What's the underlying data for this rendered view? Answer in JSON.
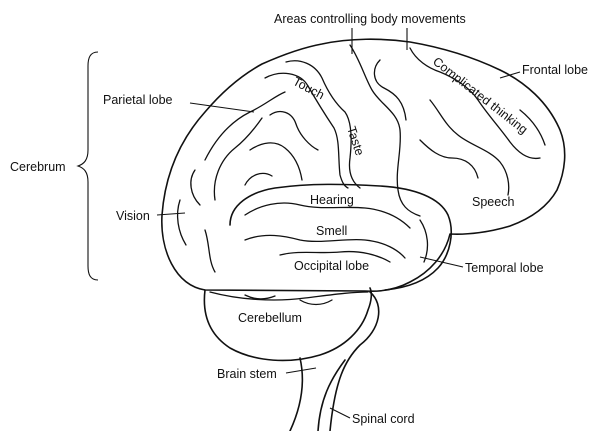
{
  "labels": {
    "areas_controlling_body_movements": "Areas controlling body movements",
    "frontal_lobe": "Frontal lobe",
    "parietal_lobe": "Parietal lobe",
    "touch": "Touch",
    "complicated_thinking": "Complicated thinking",
    "taste": "Taste",
    "cerebrum": "Cerebrum",
    "hearing": "Hearing",
    "speech": "Speech",
    "vision": "Vision",
    "smell": "Smell",
    "occipital_lobe": "Occipital lobe",
    "temporal_lobe": "Temporal lobe",
    "cerebellum": "Cerebellum",
    "brain_stem": "Brain stem",
    "spinal_cord": "Spinal cord"
  },
  "colors": {
    "line": "#111111",
    "background": "#ffffff"
  }
}
